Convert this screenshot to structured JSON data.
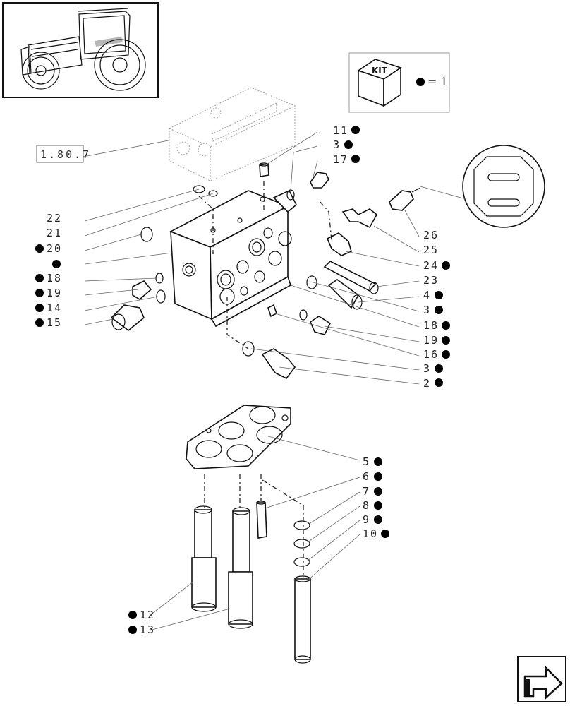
{
  "kit": {
    "label": "KIT",
    "legend": "= 1"
  },
  "reference": {
    "label": "1.80.7"
  },
  "callouts": [
    {
      "id": "c11",
      "text": "11",
      "kit": true
    },
    {
      "id": "c3a",
      "text": "3",
      "kit": true
    },
    {
      "id": "c17",
      "text": "17",
      "kit": true
    },
    {
      "id": "c22",
      "text": "22",
      "kit": false
    },
    {
      "id": "c21",
      "text": "21",
      "kit": false
    },
    {
      "id": "c20",
      "text": "20",
      "kit": true
    },
    {
      "id": "cblank",
      "text": "",
      "kit": true
    },
    {
      "id": "c18a",
      "text": "18",
      "kit": true
    },
    {
      "id": "c19a",
      "text": "19",
      "kit": true
    },
    {
      "id": "c14",
      "text": "14",
      "kit": true
    },
    {
      "id": "c15",
      "text": "15",
      "kit": true
    },
    {
      "id": "c26",
      "text": "26",
      "kit": false
    },
    {
      "id": "c25",
      "text": "25",
      "kit": false
    },
    {
      "id": "c24",
      "text": "24",
      "kit": true
    },
    {
      "id": "c23",
      "text": "23",
      "kit": false
    },
    {
      "id": "c4",
      "text": "4",
      "kit": true
    },
    {
      "id": "c3b",
      "text": "3",
      "kit": true
    },
    {
      "id": "c18b",
      "text": "18",
      "kit": true
    },
    {
      "id": "c19b",
      "text": "19",
      "kit": true
    },
    {
      "id": "c16",
      "text": "16",
      "kit": true
    },
    {
      "id": "c3c",
      "text": "3",
      "kit": true
    },
    {
      "id": "c2",
      "text": "2",
      "kit": true
    },
    {
      "id": "c5",
      "text": "5",
      "kit": true
    },
    {
      "id": "c6",
      "text": "6",
      "kit": true
    },
    {
      "id": "c7",
      "text": "7",
      "kit": true
    },
    {
      "id": "c8",
      "text": "8",
      "kit": true
    },
    {
      "id": "c9",
      "text": "9",
      "kit": true
    },
    {
      "id": "c10",
      "text": "10",
      "kit": true
    },
    {
      "id": "c12",
      "text": "12",
      "kit": true
    },
    {
      "id": "c13",
      "text": "13",
      "kit": true
    }
  ]
}
